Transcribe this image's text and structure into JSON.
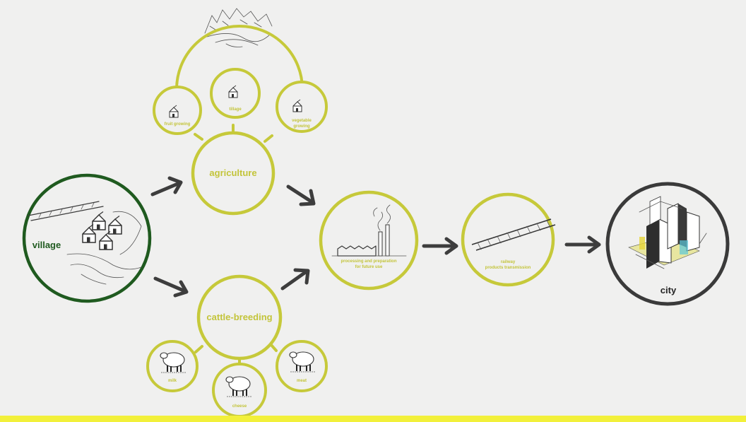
{
  "colors": {
    "background": "#f0f0ef",
    "accent_yellow_green": "#c6c93a",
    "accent_text": "#c3c43a",
    "village_green": "#1f5a1f",
    "city_gray": "#3a3a3a",
    "arrow_gray": "#3d3d3d",
    "bottom_bar": "#f2f03a"
  },
  "nodes": {
    "village": {
      "label": "village"
    },
    "agriculture": {
      "label": "agriculture"
    },
    "cattle": {
      "label": "cattle-breeding"
    },
    "processing": {
      "label_line1": "processing and preparation",
      "label_line2": "for future use"
    },
    "railway": {
      "label_line1": "railway",
      "label_line2": "products transmission"
    },
    "city": {
      "label": "city"
    }
  },
  "agriculture_subs": {
    "left": {
      "label": "fruit growing"
    },
    "middle": {
      "label": "tillage"
    },
    "right": {
      "label_line1": "vegetable",
      "label_line2": "growing"
    }
  },
  "cattle_subs": {
    "left": {
      "label": "milk"
    },
    "middle": {
      "label": "cheese"
    },
    "right": {
      "label": "meat"
    }
  },
  "icons": {
    "village": "village-sketch-icon",
    "farm": "farmhouse-icon",
    "sheep": "sheep-icon",
    "factory": "factory-icon",
    "rail": "railway-track-icon",
    "city": "city-buildings-icon",
    "landscape": "landscape-sketch-icon"
  }
}
